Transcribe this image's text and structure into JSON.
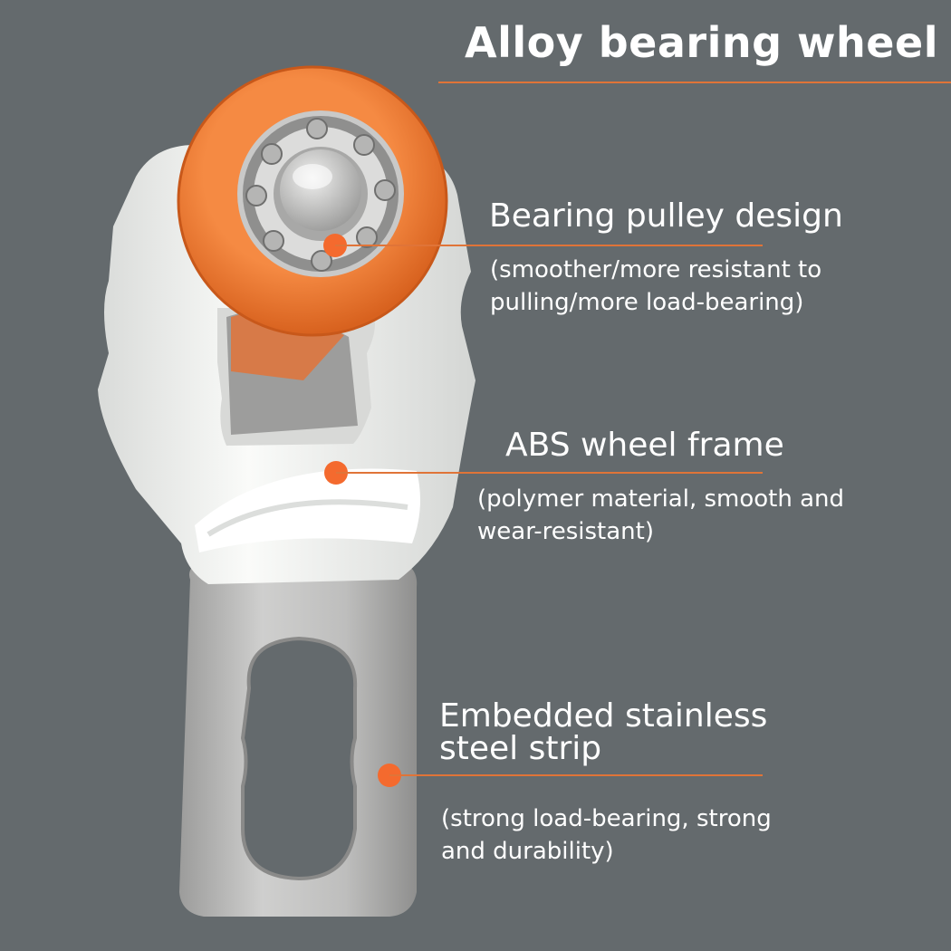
{
  "title": "Alloy bearing wheel",
  "colors": {
    "background": "#646a6d",
    "accent_line": "#e07438",
    "marker_dot": "#f46a2e",
    "tire_orange": "#f27a33",
    "frame_white": "#f2f3f1",
    "steel": "#bdbdbc"
  },
  "callouts": [
    {
      "title": "Bearing pulley design",
      "description": [
        "(smoother/more resistant to",
        "pulling/more load-bearing)"
      ]
    },
    {
      "title": "ABS wheel frame",
      "description": [
        "(polymer material, smooth and",
        "wear-resistant)"
      ]
    },
    {
      "title": [
        "Embedded stainless",
        "steel strip"
      ],
      "description": [
        "(strong load-bearing, strong",
        "and durability)"
      ]
    }
  ]
}
